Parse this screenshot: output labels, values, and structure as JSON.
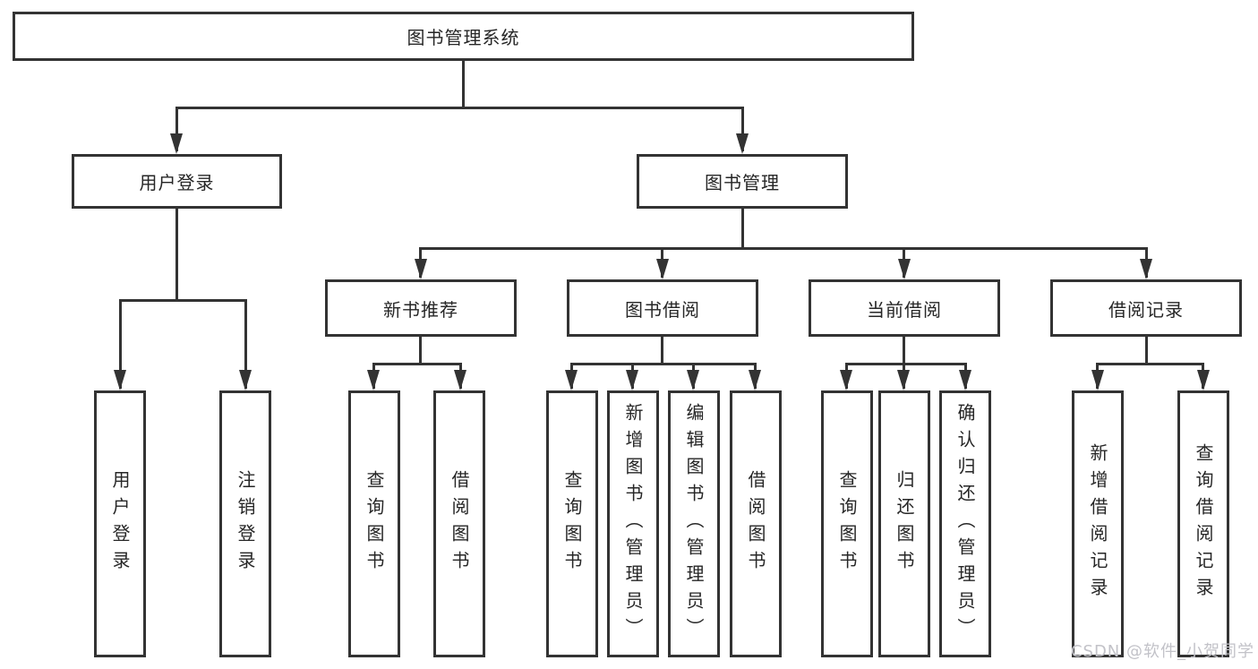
{
  "diagram": {
    "title": "图书管理系统",
    "level2": {
      "user_login": "用户登录",
      "book_management": "图书管理"
    },
    "level3": {
      "new_book_recommend": "新书推荐",
      "book_borrow": "图书借阅",
      "current_borrow": "当前借阅",
      "borrow_record": "借阅记录"
    },
    "leaves": {
      "user_login": "用户登录",
      "logout": "注销登录",
      "recommend_query_book": "查询图书",
      "recommend_borrow_book": "借阅图书",
      "borrow_query_book": "查询图书",
      "borrow_add_book": "新增图书（管理员）",
      "borrow_edit_book": "编辑图书（管理员）",
      "borrow_borrow_book": "借阅图书",
      "current_query_book": "查询图书",
      "current_return_book": "归还图书",
      "current_confirm_return": "确认归还（管理员）",
      "record_add": "新增借阅记录",
      "record_query": "查询借阅记录"
    },
    "watermark": "CSDN @软件_小贺同学",
    "colors": {
      "line": "#333333",
      "box_border": "#333333",
      "box_fill": "#ffffff",
      "text": "#262626",
      "watermark": "#c2c2c8"
    }
  }
}
